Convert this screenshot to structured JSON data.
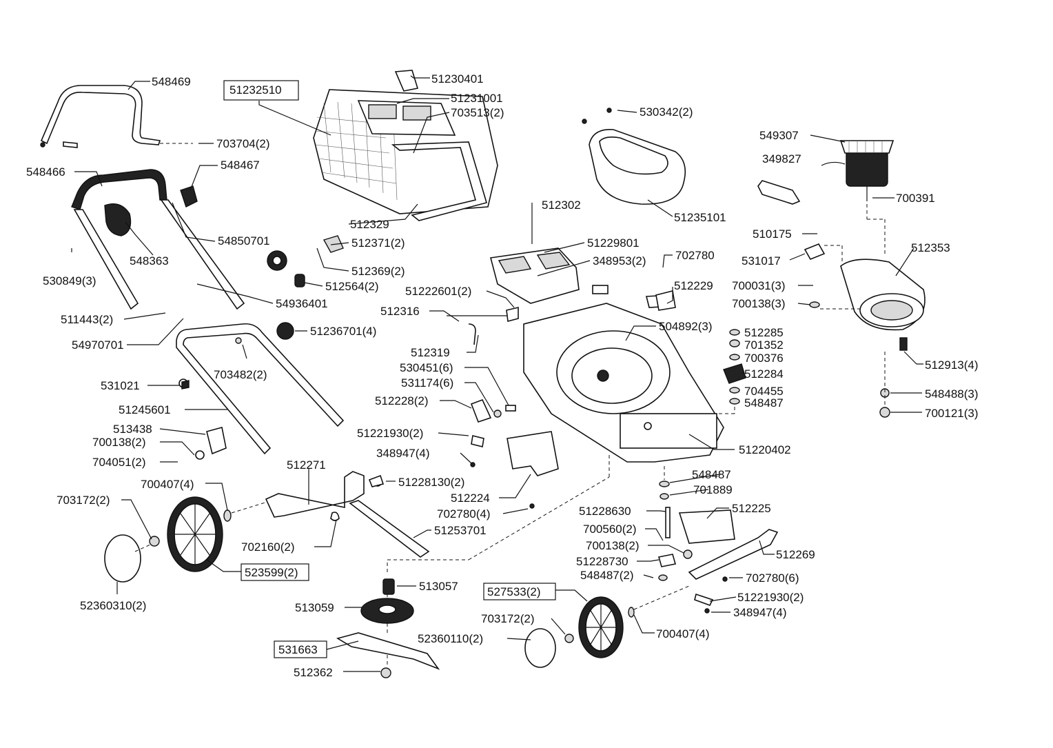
{
  "parts": [
    {
      "id": "p548469",
      "label": "548469"
    },
    {
      "id": "p51232510",
      "label": "51232510",
      "boxed": true
    },
    {
      "id": "p51230401",
      "label": "51230401"
    },
    {
      "id": "p51231001",
      "label": "51231001"
    },
    {
      "id": "p703513",
      "label": "703513(2)"
    },
    {
      "id": "p530342",
      "label": "530342(2)"
    },
    {
      "id": "p549307",
      "label": "549307"
    },
    {
      "id": "p349827",
      "label": "349827"
    },
    {
      "id": "p700391",
      "label": "700391"
    },
    {
      "id": "p703704",
      "label": "703704(2)"
    },
    {
      "id": "p548466",
      "label": "548466"
    },
    {
      "id": "p548467",
      "label": "548467"
    },
    {
      "id": "p548363",
      "label": "548363"
    },
    {
      "id": "p530849",
      "label": "530849(3)"
    },
    {
      "id": "p54850701",
      "label": "54850701"
    },
    {
      "id": "p512329",
      "label": "512329"
    },
    {
      "id": "p512302",
      "label": "512302"
    },
    {
      "id": "p51235101",
      "label": "51235101"
    },
    {
      "id": "p510175",
      "label": "510175"
    },
    {
      "id": "p512353",
      "label": "512353"
    },
    {
      "id": "p531017",
      "label": "531017"
    },
    {
      "id": "p512371",
      "label": "512371(2)"
    },
    {
      "id": "p51229801",
      "label": "51229801"
    },
    {
      "id": "p702780a",
      "label": "702780"
    },
    {
      "id": "p512369",
      "label": "512369(2)"
    },
    {
      "id": "p348953",
      "label": "348953(2)"
    },
    {
      "id": "p700031",
      "label": "700031(3)"
    },
    {
      "id": "p700138a",
      "label": "700138(3)"
    },
    {
      "id": "p512564",
      "label": "512564(2)"
    },
    {
      "id": "p51222601",
      "label": "51222601(2)"
    },
    {
      "id": "p512229",
      "label": "512229"
    },
    {
      "id": "p54936401",
      "label": "54936401"
    },
    {
      "id": "p512316",
      "label": "512316"
    },
    {
      "id": "p511443",
      "label": "511443(2)"
    },
    {
      "id": "p504892",
      "label": "504892(3)"
    },
    {
      "id": "p512285",
      "label": "512285"
    },
    {
      "id": "p701352",
      "label": "701352"
    },
    {
      "id": "p51236701",
      "label": "51236701(4)"
    },
    {
      "id": "p54970701",
      "label": "54970701"
    },
    {
      "id": "p512319",
      "label": "512319"
    },
    {
      "id": "p700376",
      "label": "700376"
    },
    {
      "id": "p512913",
      "label": "512913(4)"
    },
    {
      "id": "p530451",
      "label": "530451(6)"
    },
    {
      "id": "p512284",
      "label": "512284"
    },
    {
      "id": "p703482",
      "label": "703482(2)"
    },
    {
      "id": "p531174",
      "label": "531174(6)"
    },
    {
      "id": "p531021",
      "label": "531021"
    },
    {
      "id": "p704455",
      "label": "704455"
    },
    {
      "id": "p548488",
      "label": "548488(3)"
    },
    {
      "id": "p512228",
      "label": "512228(2)"
    },
    {
      "id": "p548487a",
      "label": "548487"
    },
    {
      "id": "p51245601",
      "label": "51245601"
    },
    {
      "id": "p700121",
      "label": "700121(3)"
    },
    {
      "id": "p513438",
      "label": "513438"
    },
    {
      "id": "p51221930a",
      "label": "51221930(2)"
    },
    {
      "id": "p700138b",
      "label": "700138(2)"
    },
    {
      "id": "p51220402",
      "label": "51220402"
    },
    {
      "id": "p348947a",
      "label": "348947(4)"
    },
    {
      "id": "p704051",
      "label": "704051(2)"
    },
    {
      "id": "p512271",
      "label": "512271"
    },
    {
      "id": "p548487b",
      "label": "548487"
    },
    {
      "id": "p51228130",
      "label": "51228130(2)"
    },
    {
      "id": "p700407a",
      "label": "700407(4)"
    },
    {
      "id": "p701889",
      "label": "701889"
    },
    {
      "id": "p512224",
      "label": "512224"
    },
    {
      "id": "p703172a",
      "label": "703172(2)"
    },
    {
      "id": "p512225",
      "label": "512225"
    },
    {
      "id": "p51228630",
      "label": "51228630"
    },
    {
      "id": "p702780b",
      "label": "702780(4)"
    },
    {
      "id": "p51253701",
      "label": "51253701"
    },
    {
      "id": "p700560",
      "label": "700560(2)"
    },
    {
      "id": "p702160",
      "label": "702160(2)"
    },
    {
      "id": "p700138c",
      "label": "700138(2)"
    },
    {
      "id": "p512269",
      "label": "512269"
    },
    {
      "id": "p523599",
      "label": "523599(2)",
      "boxed": true
    },
    {
      "id": "p51228730",
      "label": "51228730"
    },
    {
      "id": "p548487c",
      "label": "548487(2)"
    },
    {
      "id": "p702780c",
      "label": "702780(6)"
    },
    {
      "id": "p52360310",
      "label": "52360310(2)"
    },
    {
      "id": "p513057",
      "label": "513057"
    },
    {
      "id": "p527533",
      "label": "527533(2)",
      "boxed": true
    },
    {
      "id": "p51221930b",
      "label": "51221930(2)"
    },
    {
      "id": "p513059",
      "label": "513059"
    },
    {
      "id": "p348947b",
      "label": "348947(4)"
    },
    {
      "id": "p703172b",
      "label": "703172(2)"
    },
    {
      "id": "p700407b",
      "label": "700407(4)"
    },
    {
      "id": "p52360110",
      "label": "52360110(2)"
    },
    {
      "id": "p531663",
      "label": "531663",
      "boxed": true
    },
    {
      "id": "p512362",
      "label": "512362"
    }
  ]
}
